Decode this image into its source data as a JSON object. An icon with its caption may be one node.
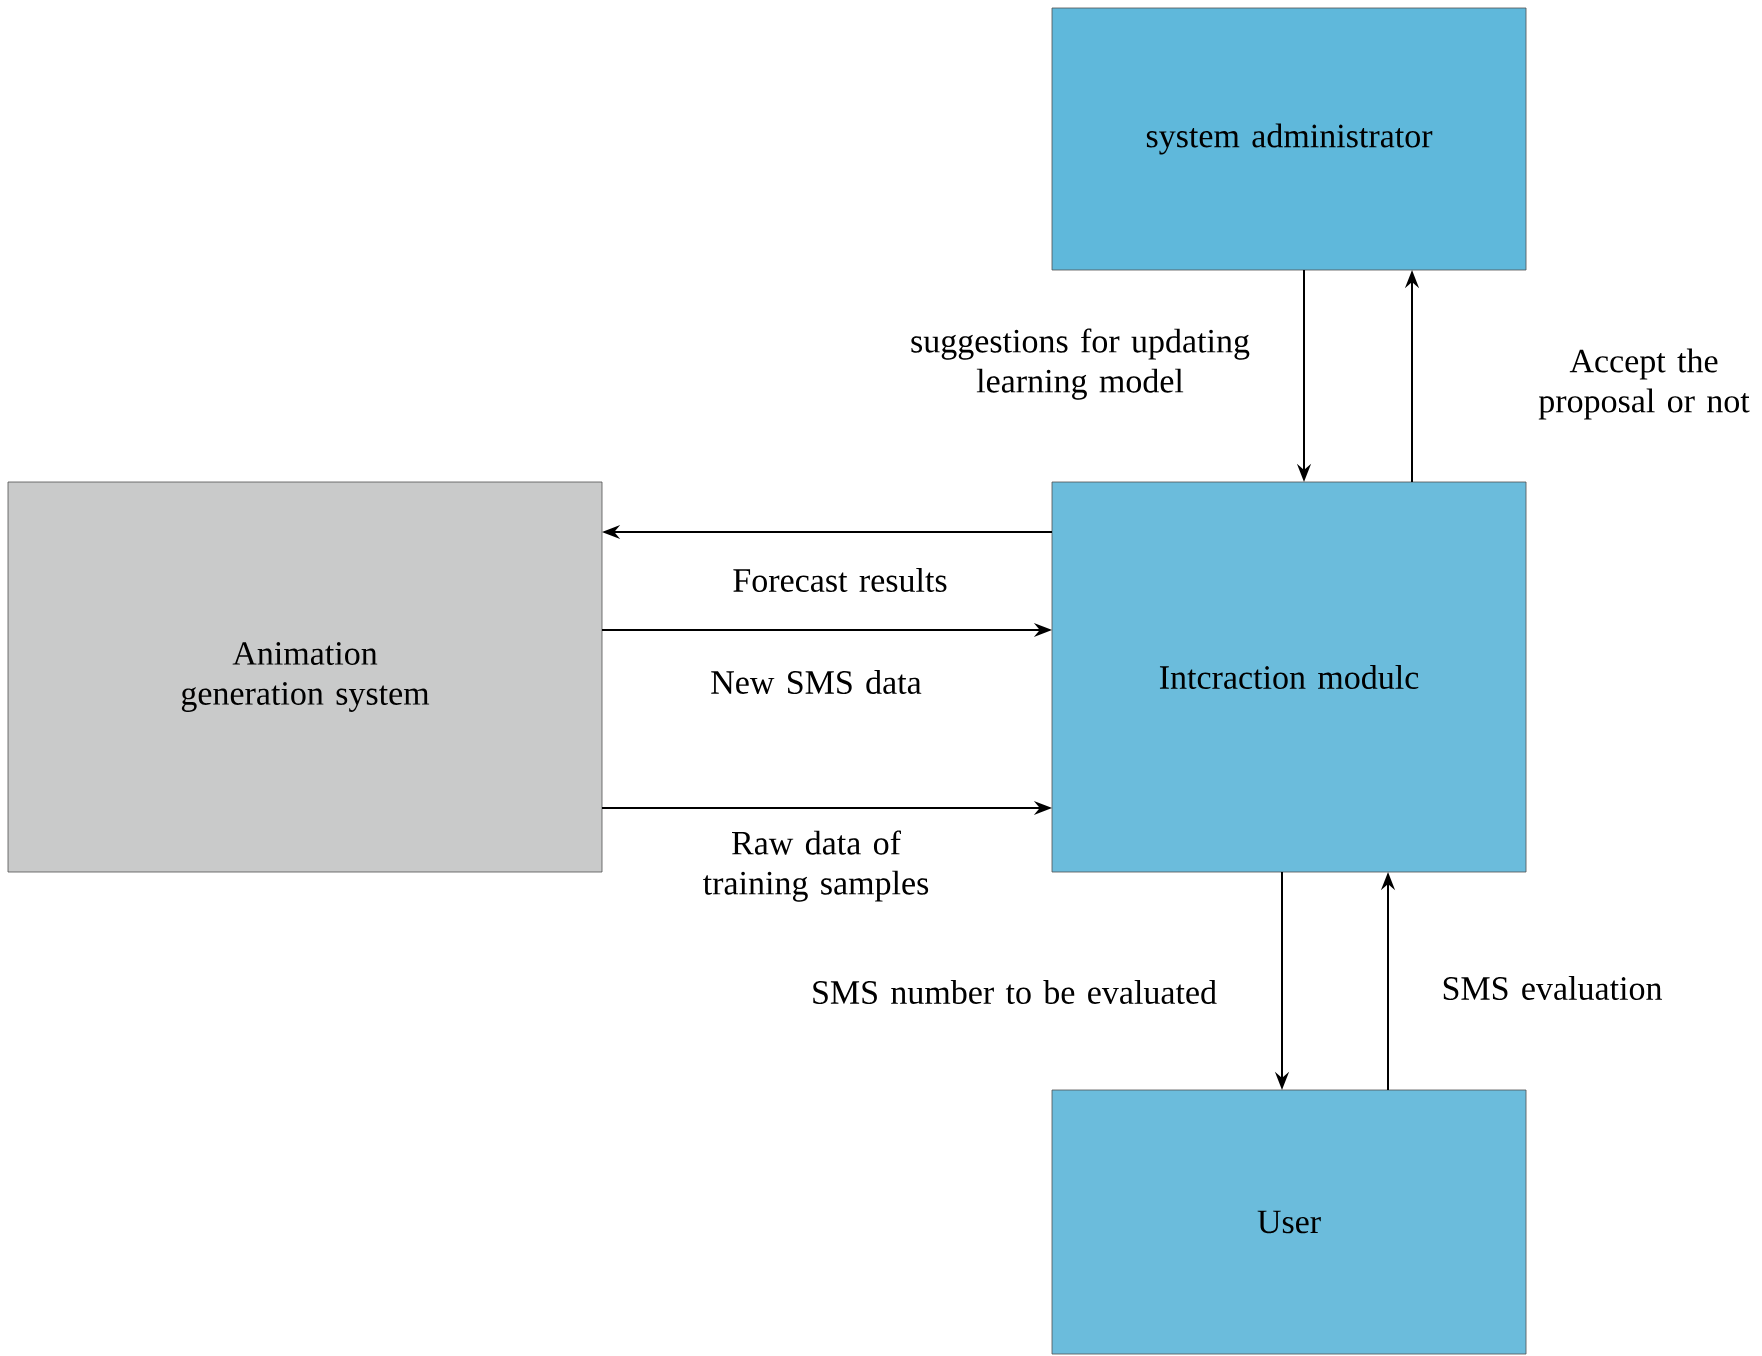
{
  "diagram": {
    "nodes": [
      {
        "text": [
          "system administrator"
        ]
      },
      {
        "text": [
          "Animation generation system"
        ]
      },
      {
        "text": [
          "Intcraction modulc"
        ]
      },
      {
        "text": [
          "User"
        ]
      }
    ],
    "edges": [
      {
        "from": 2,
        "to": 1,
        "arrow": "to",
        "label": "Forecast results"
      },
      {
        "from": 1,
        "to": 2,
        "arrow": "to",
        "label": "New SMS data"
      },
      {
        "from": 1,
        "to": 2,
        "arrow": "to",
        "label": "Raw data of training samples"
      },
      {
        "from": 0,
        "to": 2,
        "arrow": "to",
        "label": "suggestions for updating learning model"
      },
      {
        "from": 2,
        "to": 0,
        "arrow": "to",
        "label": "Accept the proposal or not"
      },
      {
        "from": 2,
        "to": 3,
        "arrow": "to",
        "label": "SMS number to be evaluated"
      },
      {
        "from": 3,
        "to": 2,
        "arrow": "to",
        "label": "SMS evaluation"
      }
    ]
  }
}
